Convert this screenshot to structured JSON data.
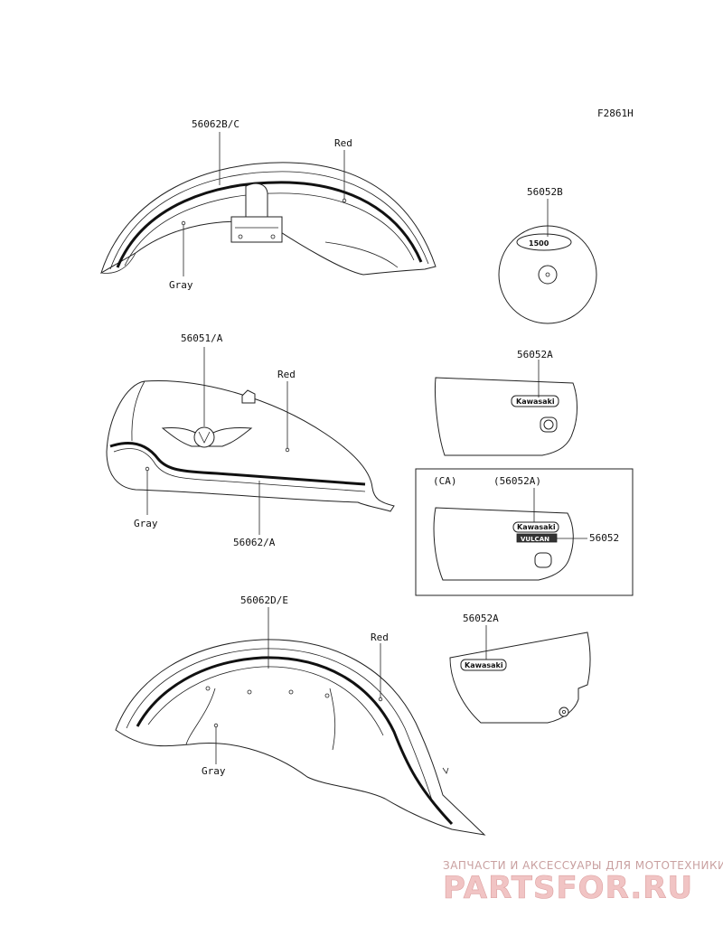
{
  "figure_code": "F2861H",
  "labels": {
    "front_fender_part": "56062B/C",
    "front_fender_red": "Red",
    "front_fender_gray": "Gray",
    "badge_part": "56052B",
    "badge_text": "1500",
    "tank_part": "56051/A",
    "tank_red": "Red",
    "tank_gray": "Gray",
    "tank_stripe_part": "56062/A",
    "side_cover_part": "56052A",
    "ca_title": "(CA)",
    "ca_part": "(56052A)",
    "ca_extra_part": "56052",
    "rear_fender_part": "56062D/E",
    "rear_fender_red": "Red",
    "rear_fender_gray": "Gray",
    "rear_cover_part": "56052A",
    "emblem_text": "Kawasaki",
    "emblem_model": "VULCAN"
  },
  "watermark": {
    "caption": "ЗАПЧАСТИ И АКСЕССУАРЫ ДЛЯ МОТОТЕХНИКИ",
    "logo": "PARTSFOR.RU"
  },
  "colors": {
    "line": "#222222",
    "watermark": "#e8a5a5"
  }
}
